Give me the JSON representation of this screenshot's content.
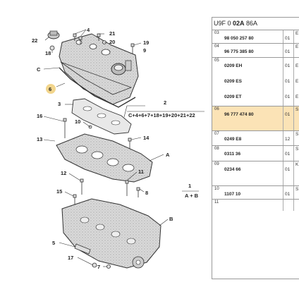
{
  "header": {
    "prefix": "U9F 0 ",
    "bold": "02A",
    "suffix": " 86A"
  },
  "callouts": {
    "n1": "1",
    "n2": "2",
    "n3": "3",
    "n4": "4",
    "n5": "5",
    "n6": "6",
    "n7": "7",
    "n8": "8",
    "n9": "9",
    "n10": "10",
    "n11": "11",
    "n12": "12",
    "n13": "13",
    "n14": "14",
    "n15": "15",
    "n16": "16",
    "n17": "17",
    "n18": "18",
    "n19": "19",
    "n20": "20",
    "n21": "21",
    "n22": "22",
    "A": "A",
    "B": "B",
    "C": "C",
    "ref1": "A + B",
    "ref2": "C+4+6+7+18+19+20+21+22"
  },
  "rows": [
    {
      "num": "03",
      "cut": "E",
      "entries": [
        {
          "ref": "98 050 257 80",
          "qty": "01"
        }
      ]
    },
    {
      "num": "04",
      "cut": "E",
      "entries": [
        {
          "ref": "96 775 385 80",
          "qty": "01"
        }
      ]
    },
    {
      "num": "05",
      "cut": "",
      "entries": [
        {
          "ref": "0209 EH",
          "qty": "01",
          "cut": "E"
        },
        {
          "ref": "0209 ES",
          "qty": "01",
          "cut": "E"
        },
        {
          "ref": "0209 ET",
          "qty": "01",
          "cut": "E"
        }
      ]
    },
    {
      "num": "06",
      "cut": "S",
      "highlight": true,
      "entries": [
        {
          "ref": "96 777 474 80",
          "qty": "01"
        }
      ]
    },
    {
      "num": "07",
      "cut": "S",
      "entries": [
        {
          "ref": "0249 E8",
          "qty": "12"
        }
      ]
    },
    {
      "num": "08",
      "cut": "S",
      "entries": [
        {
          "ref": "0311 36",
          "qty": "01"
        }
      ]
    },
    {
      "num": "09",
      "cut": "K",
      "entries": [
        {
          "ref": "0234 66",
          "qty": "01"
        }
      ]
    },
    {
      "num": "10",
      "cut": "S",
      "entries": [
        {
          "ref": "1107 10",
          "qty": "01"
        }
      ]
    },
    {
      "num": "11",
      "cut": "",
      "entries": []
    }
  ],
  "colors": {
    "highlight": "#fbe3b6",
    "callout_circle": "#f2d58c"
  }
}
